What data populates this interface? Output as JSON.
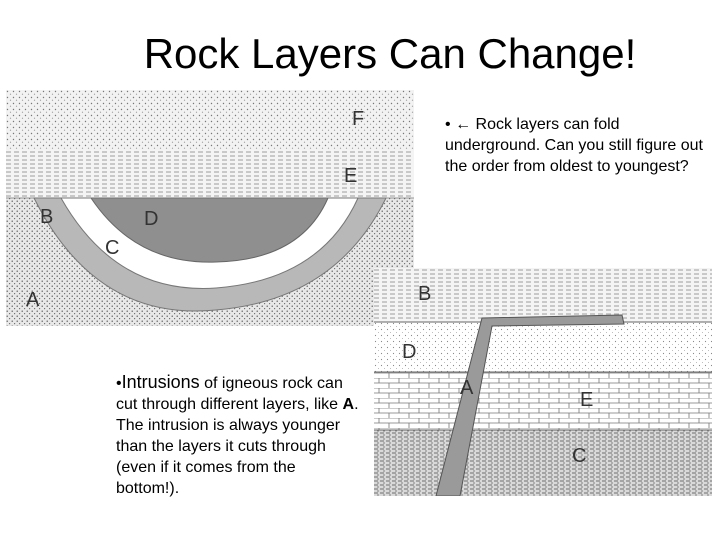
{
  "slide": {
    "title": "Rock Layers Can Change!"
  },
  "fold_figure": {
    "labels": {
      "F": "F",
      "E": "E",
      "B": "B",
      "D": "D",
      "C": "C",
      "A": "A"
    }
  },
  "fold_text": {
    "bullet": "•",
    "arrow": "←",
    "body": " Rock layers can fold underground. Can you still figure out the order from oldest to youngest?"
  },
  "intrusion_figure": {
    "labels": {
      "B": "B",
      "D": "D",
      "A": "A",
      "E": "E",
      "C": "C"
    }
  },
  "intrusion_text": {
    "bullet": "•",
    "term": "Intrusions",
    "after_term": " of igneous rock can cut through different layers, like ",
    "example": "A",
    "rest": ". The intrusion is always younger than the layers it cuts through (even if it comes from the bottom!)."
  }
}
